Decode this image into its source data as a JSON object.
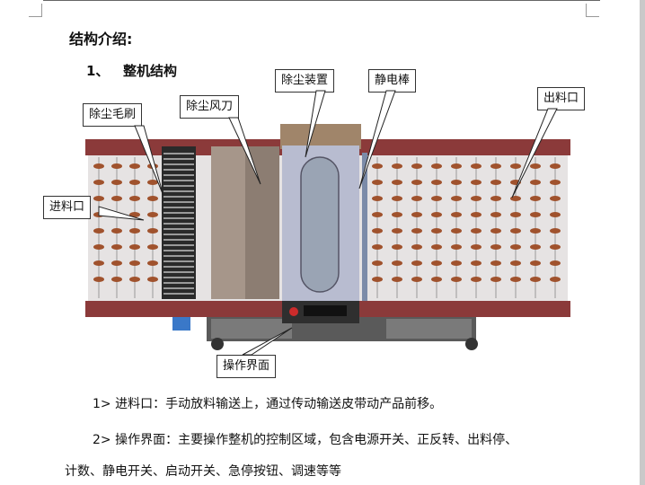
{
  "document": {
    "section_title": "结构介绍:",
    "subsection": {
      "number": "1、",
      "title": "整机结构"
    },
    "callouts": {
      "dust_brush": "除尘毛刷",
      "dust_air_knife": "除尘风刀",
      "dust_device": "除尘装置",
      "static_bar": "静电棒",
      "outlet": "出料口",
      "inlet": "进料口",
      "control_panel": "操作界面"
    },
    "paragraphs": [
      "1> 进料口：手动放料输送上，通过传动输送皮带动产品前移。",
      "2> 操作界面：主要操作整机的控制区域，包含电源开关、正反转、出料停、",
      "计数、静电开关、启动开关、急停按钮、调速等等"
    ]
  },
  "colors": {
    "frame": "#8b3a3a",
    "roller": "#a0522d",
    "housing": "#b8bcd0",
    "base": "#5a5a5a",
    "motor": "#3a78c8"
  }
}
